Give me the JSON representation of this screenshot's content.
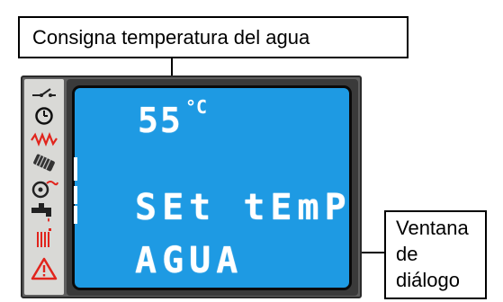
{
  "callouts": {
    "top": "Consigna temperatura del agua",
    "right": [
      "Ventana",
      "de",
      "diálogo"
    ]
  },
  "display": {
    "temperature": "55",
    "unit": "°C",
    "line1": "SEt tEmP",
    "line2": "AGUA"
  },
  "icons": [
    "switch-icon",
    "clock-icon",
    "heating-zigzag-icon",
    "radiator-icon",
    "pump-icon",
    "water-tap-icon",
    "heater-bars-icon",
    "warning-triangle-icon"
  ],
  "colors": {
    "lcd_background": "#1e9ae3",
    "lcd_text": "#ffffff",
    "alert_red": "#e1241c",
    "frame": "#5f5f5f"
  }
}
